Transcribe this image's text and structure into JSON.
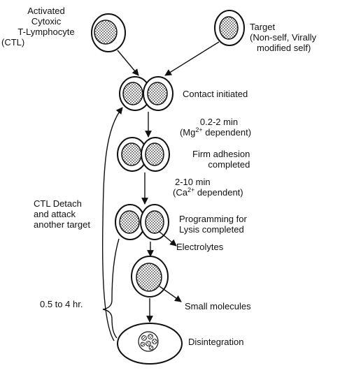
{
  "labels": {
    "ctl": [
      "Activated",
      "Cytoxic",
      "T-Lymphocyte",
      "(CTL)"
    ],
    "target": [
      "Target",
      "(Non-self, Virally",
      "modified self)"
    ],
    "contact": "Contact initiated",
    "step1_time": "0.2-2 min",
    "step1_cond_pre": "(Mg",
    "step1_cond_sup": "2+",
    "step1_cond_post": " dependent)",
    "firm": [
      "Firm adhesion",
      "completed"
    ],
    "step2_time": "2-10 min",
    "step2_cond_pre": "(Ca",
    "step2_cond_sup": "2+",
    "step2_cond_post": " dependent)",
    "detach": [
      "CTL Detach",
      "and attack",
      "another target"
    ],
    "programming": [
      "Programming for",
      "Lysis completed"
    ],
    "electrolytes": "Electrolytes",
    "duration": "0.5 to 4 hr.",
    "small": "Small molecules",
    "disintegration": "Disintegration"
  }
}
